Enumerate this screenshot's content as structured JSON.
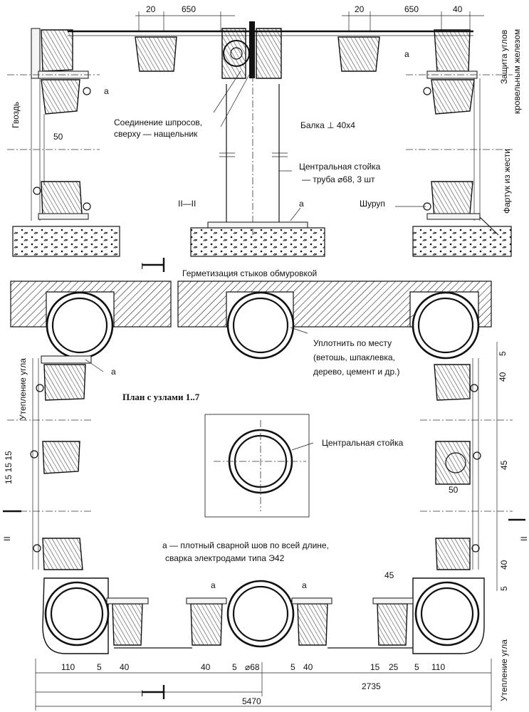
{
  "labels": {
    "joint_cover": [
      "Соединение шпросов,",
      "сверху — нащельник"
    ],
    "beam": "Балка ⊥ 40x4",
    "center_post_pipe": [
      "Центральная стойка",
      "— труба ⌀68, 3 шт"
    ],
    "nail": "Гвоздь",
    "screw": "Шуруп",
    "corner_protection": [
      "Защита углов",
      "кровельным железом"
    ],
    "tin_apron": "Фартук из жести",
    "section_mark": "II—II",
    "sealing": "Герметизация стыков обмуровкой",
    "seal_in_place": [
      "Уплотнить по месту",
      "(ветошь, шпаклевка,",
      "дерево, цемент и др.)"
    ],
    "corner_insulation": "Утепление угла",
    "plan_title": "План с узлами 1..7",
    "center_post": "Центральная стойка",
    "weld_note": [
      "a — плотный сварной шов по всей длине,",
      "сварка электродами типа Э42"
    ],
    "weld_mark": "a",
    "cut_mark_side": "II",
    "cut_mark_bottom": "I"
  },
  "dimensions": {
    "top_left": [
      "20",
      "650"
    ],
    "top_right": [
      "20",
      "650",
      "40"
    ],
    "gap_50_top": "50",
    "right_5": "5",
    "right_40_a": "40",
    "right_45": "45",
    "right_50": "50",
    "right_40_b": "40",
    "right_5_b": "5",
    "bottom_45": "45",
    "left_15": "15 15 15",
    "bottom_row": [
      "110",
      "5",
      "40",
      "40",
      "5",
      "⌀68",
      "5",
      "40",
      "15",
      "25",
      "5",
      "110"
    ],
    "bottom_half": "2735",
    "bottom_total": "5470"
  }
}
